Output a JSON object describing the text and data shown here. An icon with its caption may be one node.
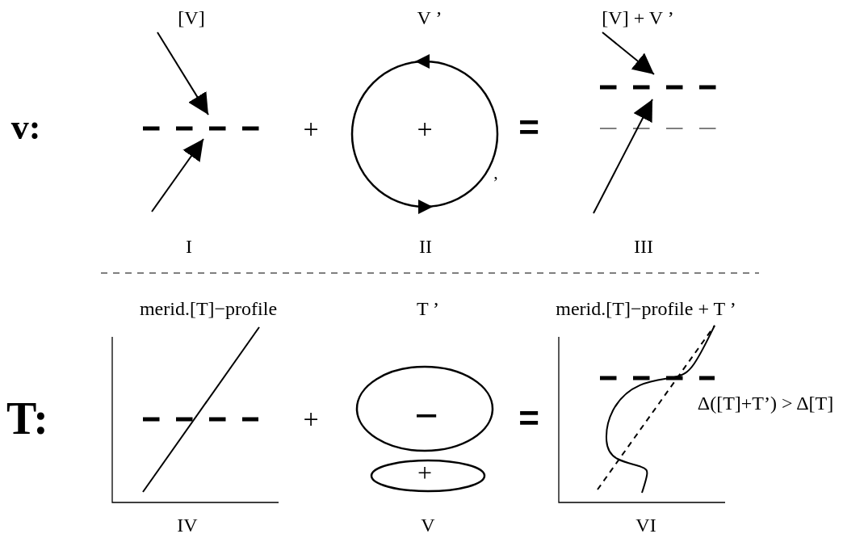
{
  "diagram": {
    "nodes": [
      {
        "text": [
          "+"
        ]
      },
      {
        "text": [
          "−"
        ]
      },
      {
        "text": [
          "+"
        ]
      }
    ],
    "edges": [],
    "labels": [
      "[V]",
      "V ’",
      "[V] + V ’",
      "v:",
      "+",
      "=",
      ",",
      "I",
      "II",
      "III",
      "merid.[T]−profile",
      "T ’",
      "merid.[T]−profile + T ’",
      "T:",
      "+",
      "=",
      "Δ([T]+T’) > Δ[T]",
      "IV",
      "V",
      "VI"
    ]
  }
}
